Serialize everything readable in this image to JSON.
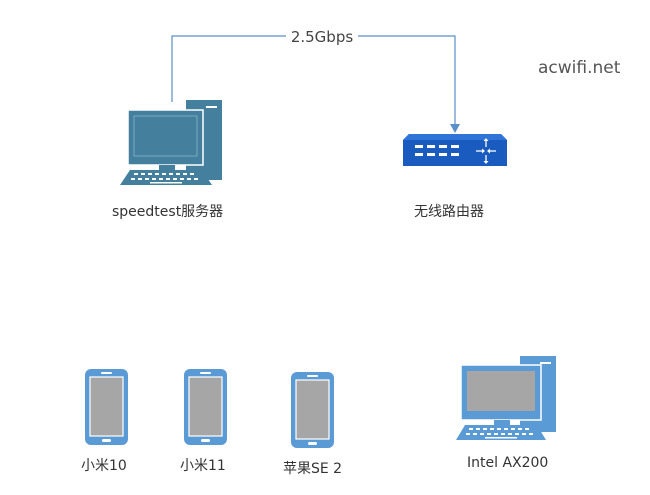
{
  "diagram": {
    "link_label": "2.5Gbps",
    "watermark": "acwifi.net",
    "colors": {
      "line": "#5b8fc9",
      "server": "#44809d",
      "router": "#1a5bbf",
      "phone": "#5b9bd5",
      "screen": "#a6a6a6",
      "client_pc": "#5b9bd5"
    },
    "nodes": [
      {
        "id": "speedtest-server",
        "label": "speedtest服务器",
        "icon": "desktop-computer-icon"
      },
      {
        "id": "wireless-router",
        "label": "无线路由器",
        "icon": "router-icon"
      },
      {
        "id": "xiaomi-10",
        "label": "小米10",
        "icon": "smartphone-icon"
      },
      {
        "id": "xiaomi-11",
        "label": "小米11",
        "icon": "smartphone-icon"
      },
      {
        "id": "iphone-se2",
        "label": "苹果SE 2",
        "icon": "smartphone-icon"
      },
      {
        "id": "intel-ax200",
        "label": "Intel AX200",
        "icon": "desktop-computer-icon"
      }
    ]
  }
}
